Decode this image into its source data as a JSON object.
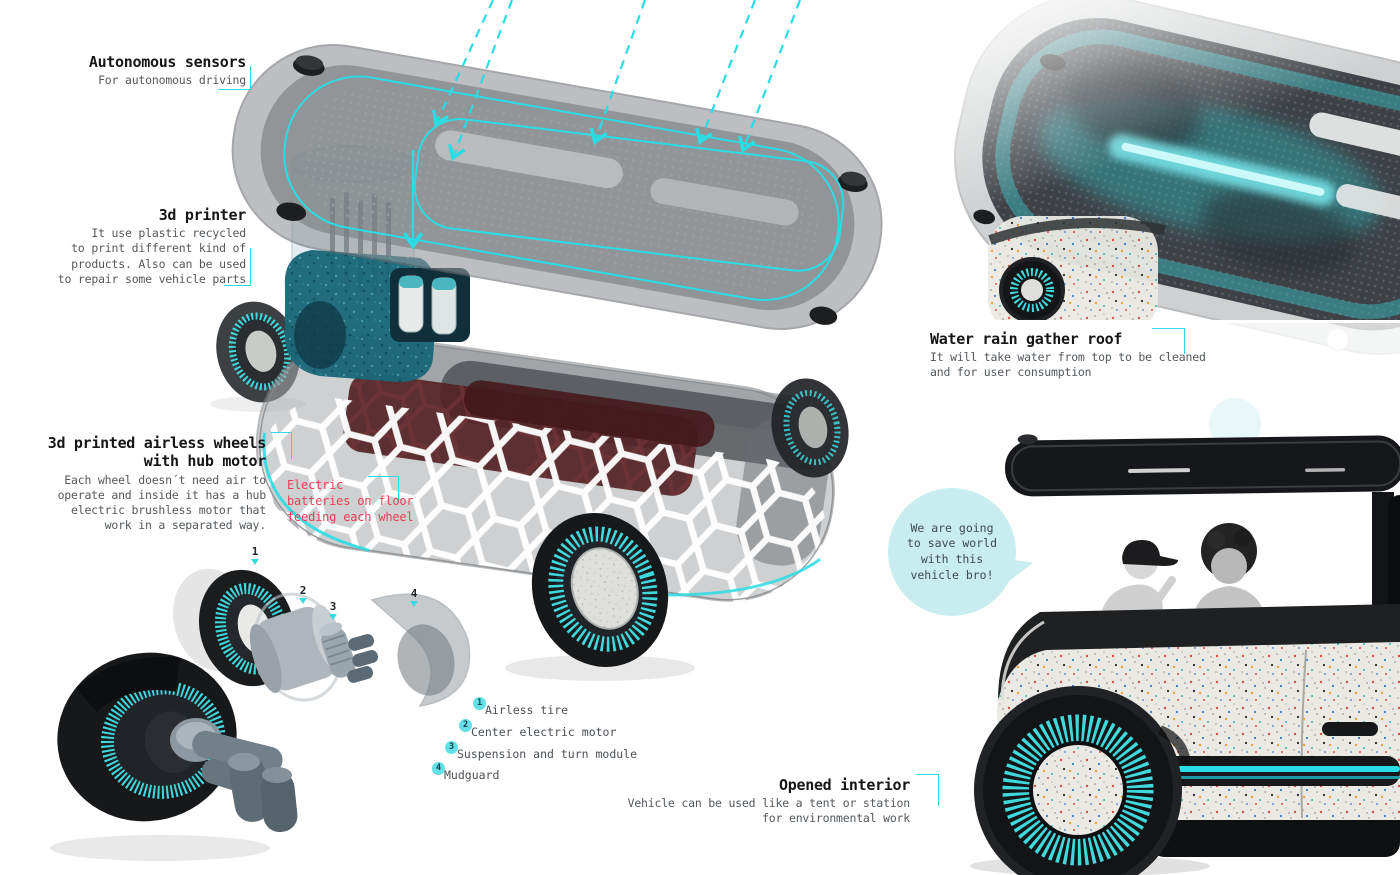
{
  "colors": {
    "accent_cyan": "#2bdce4",
    "wheel_cyan": "#3fd9dd",
    "bubble_fill": "#c9ecf1",
    "alert_red": "#e84057",
    "title_text": "#161616",
    "body_text": "#53585c",
    "floor_red": "#522225",
    "printer_teal": "#1f7487"
  },
  "annotations": {
    "sensors": {
      "title": "Autonomous sensors",
      "body": "For autonomous driving"
    },
    "printer": {
      "title": "3d printer",
      "body": "It use plastic recycled\nto print different kind of\nproducts. Also can be used\nto repair some vehicle parts"
    },
    "wheels": {
      "title": "3d printed airless wheels\nwith hub motor",
      "body": "Each wheel doesn´t need air to\noperate and inside it has a hub\nelectric brushless motor that\nwork in a separated way."
    },
    "batteries": {
      "body": "Electric\nbatteries on floor\nfeeding each wheel"
    },
    "roof": {
      "title": "Water rain gather roof",
      "body": "It will take water from top to be cleaned\nand for user consumption"
    },
    "interior": {
      "title": "Opened interior",
      "body": "Vehicle can be used like a tent or station\nfor environmental work"
    },
    "bubble": {
      "text": "We are going\nto save world\nwith this\nvehicle bro!"
    }
  },
  "parts_legend": {
    "items": [
      {
        "num": "1",
        "label": "Airless tire"
      },
      {
        "num": "2",
        "label": "Center electric motor"
      },
      {
        "num": "3",
        "label": "Suspension and turn module"
      },
      {
        "num": "4",
        "label": "Mudguard"
      }
    ]
  },
  "exploded_markers": {
    "items": [
      "1",
      "2",
      "3",
      "4"
    ]
  }
}
